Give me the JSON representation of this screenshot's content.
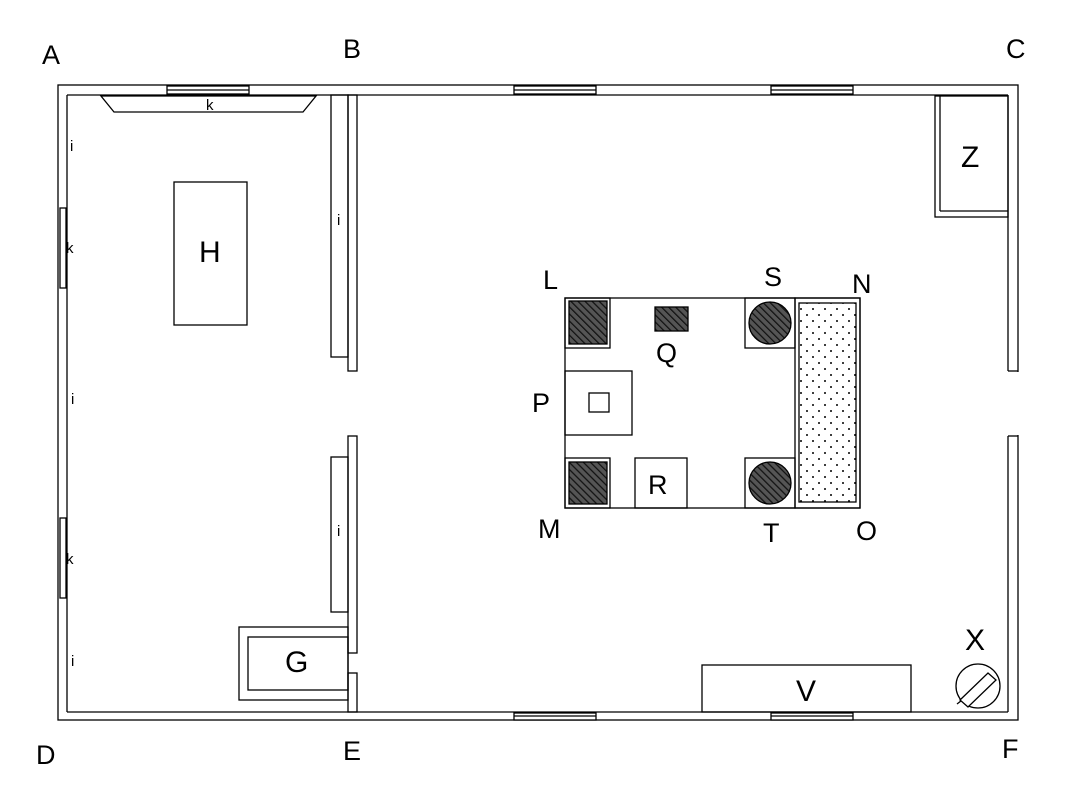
{
  "colors": {
    "line": "#000000",
    "background": "#ffffff",
    "hatch": "#333333"
  },
  "corners": {
    "A": "A",
    "B": "B",
    "C": "C",
    "D": "D",
    "E": "E",
    "F": "F"
  },
  "rooms": {
    "H": "H",
    "G": "G",
    "Z": "Z",
    "V": "V",
    "X": "X"
  },
  "furniture": {
    "L": "L",
    "M": "M",
    "N": "N",
    "O": "O",
    "P": "P",
    "Q": "Q",
    "R": "R",
    "S": "S",
    "T": "T"
  },
  "wall_marks": {
    "i": "i",
    "k": "k"
  }
}
